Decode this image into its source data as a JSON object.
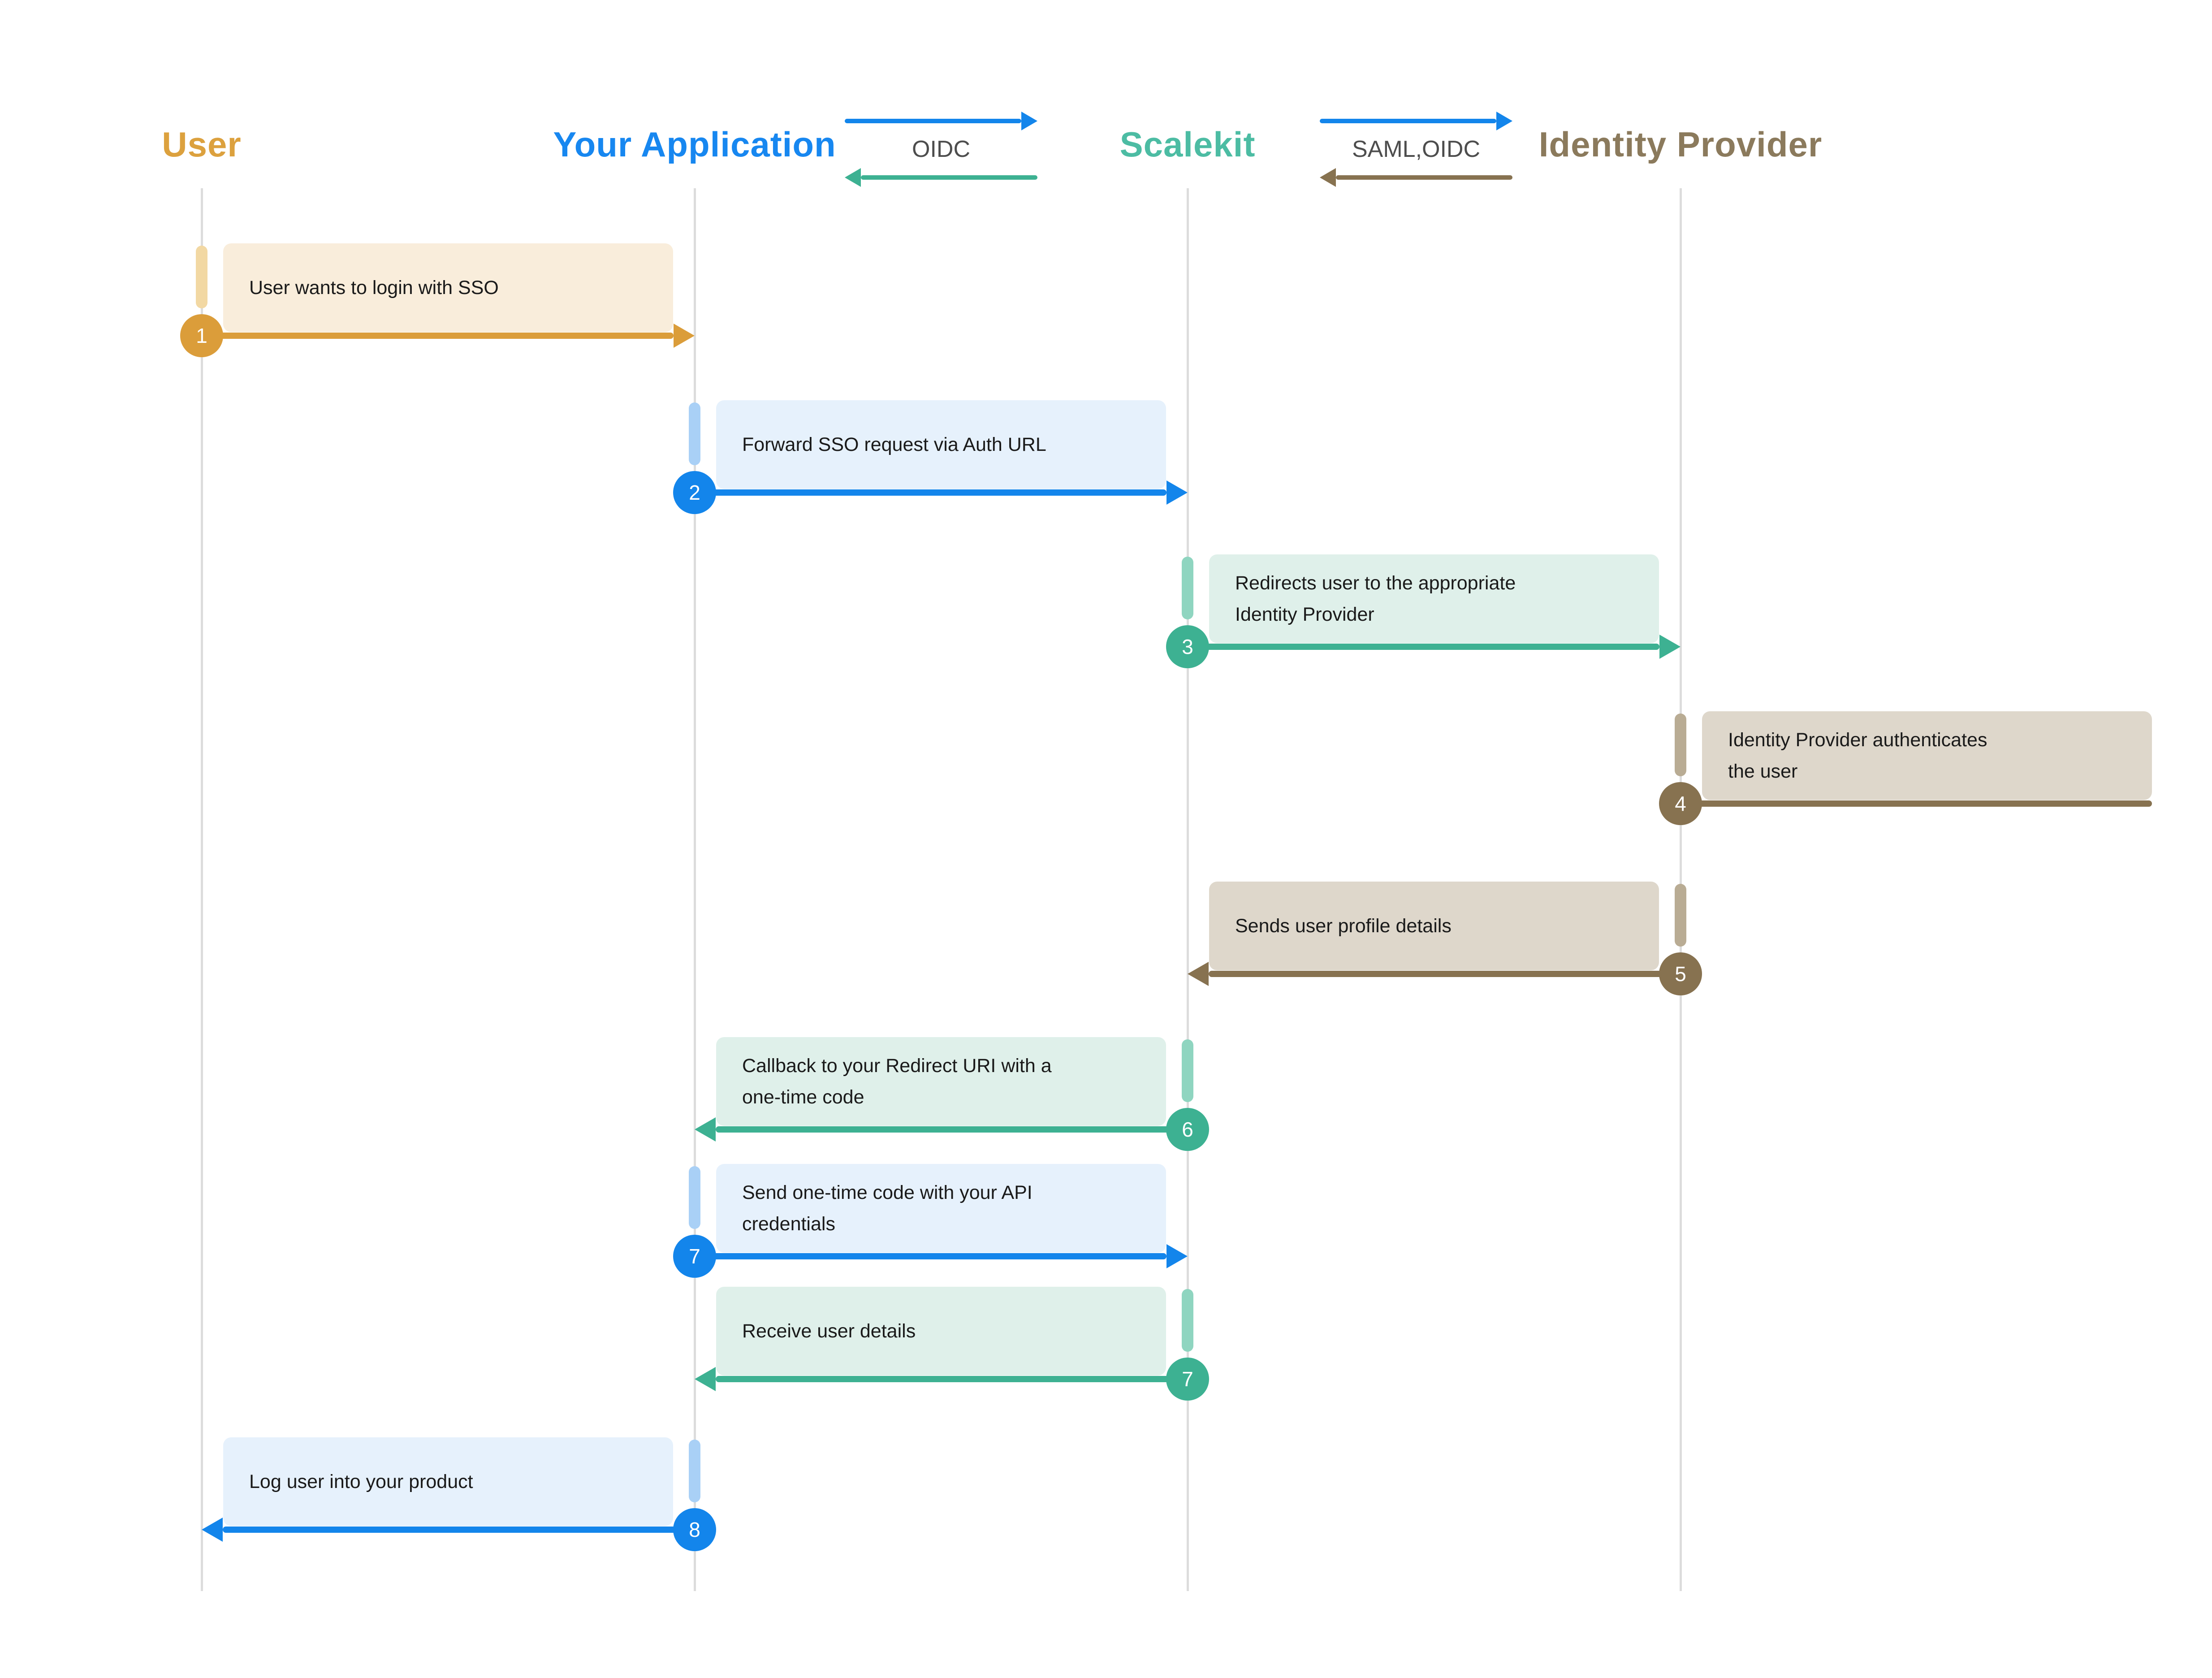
{
  "diagram": {
    "actors": [
      {
        "label": "User",
        "color": "#DCA13E"
      },
      {
        "label": "Your Application",
        "color": "#1787F0"
      },
      {
        "label": "Scalekit",
        "color": "#4CBCA3"
      },
      {
        "label": "Identity Provider",
        "color": "#8B7A5C"
      }
    ],
    "protocols": [
      {
        "label": "OIDC",
        "forward_color": "#1385EB",
        "back_color": "#3DB192"
      },
      {
        "label": "SAML,OIDC",
        "forward_color": "#1385EB",
        "back_color": "#877250"
      }
    ],
    "steps": [
      {
        "badge": "1",
        "lines": [
          "User wants to login with SSO"
        ],
        "from": "User",
        "to": "Your Application",
        "theme": "orange"
      },
      {
        "badge": "2",
        "lines": [
          "Forward SSO request via Auth URL"
        ],
        "from": "Your Application",
        "to": "Scalekit",
        "theme": "blue"
      },
      {
        "badge": "3",
        "lines": [
          "Redirects user to the appropriate",
          "Identity Provider"
        ],
        "from": "Scalekit",
        "to": "Identity Provider",
        "theme": "teal"
      },
      {
        "badge": "4",
        "lines": [
          "Identity Provider authenticates",
          "the user"
        ],
        "from": "Identity Provider",
        "to": "Identity Provider",
        "theme": "brown"
      },
      {
        "badge": "5",
        "lines": [
          "Sends user profile details"
        ],
        "from": "Identity Provider",
        "to": "Scalekit",
        "theme": "brown"
      },
      {
        "badge": "6",
        "lines": [
          "Callback to your Redirect URI with a",
          "one-time code"
        ],
        "from": "Scalekit",
        "to": "Your Application",
        "theme": "teal"
      },
      {
        "badge": "7",
        "lines": [
          "Send one-time code with your API",
          "credentials"
        ],
        "from": "Your Application",
        "to": "Scalekit",
        "theme": "blue"
      },
      {
        "badge": "7",
        "lines": [
          "Receive user details"
        ],
        "from": "Scalekit",
        "to": "Your Application",
        "theme": "teal"
      },
      {
        "badge": "8",
        "lines": [
          "Log user into your product"
        ],
        "from": "Your Application",
        "to": "User",
        "theme": "blue"
      }
    ],
    "colors": {
      "orange": {
        "main": "#DB9D3A",
        "light": "#F2D8A3",
        "fill": "#F9EDDB"
      },
      "blue": {
        "main": "#1385EB",
        "light": "#A9D0F6",
        "fill": "#E6F1FC"
      },
      "teal": {
        "main": "#3DB192",
        "light": "#8FD5C0",
        "fill": "#DFF0EA"
      },
      "brown": {
        "main": "#877250",
        "light": "#B9AC94",
        "fill": "#DED7CB"
      },
      "lifeline": "#DCDCDC",
      "box_text": "#1A1A1A",
      "protocol_text": "#4D4D4D",
      "background": "#FFFFFF"
    }
  }
}
